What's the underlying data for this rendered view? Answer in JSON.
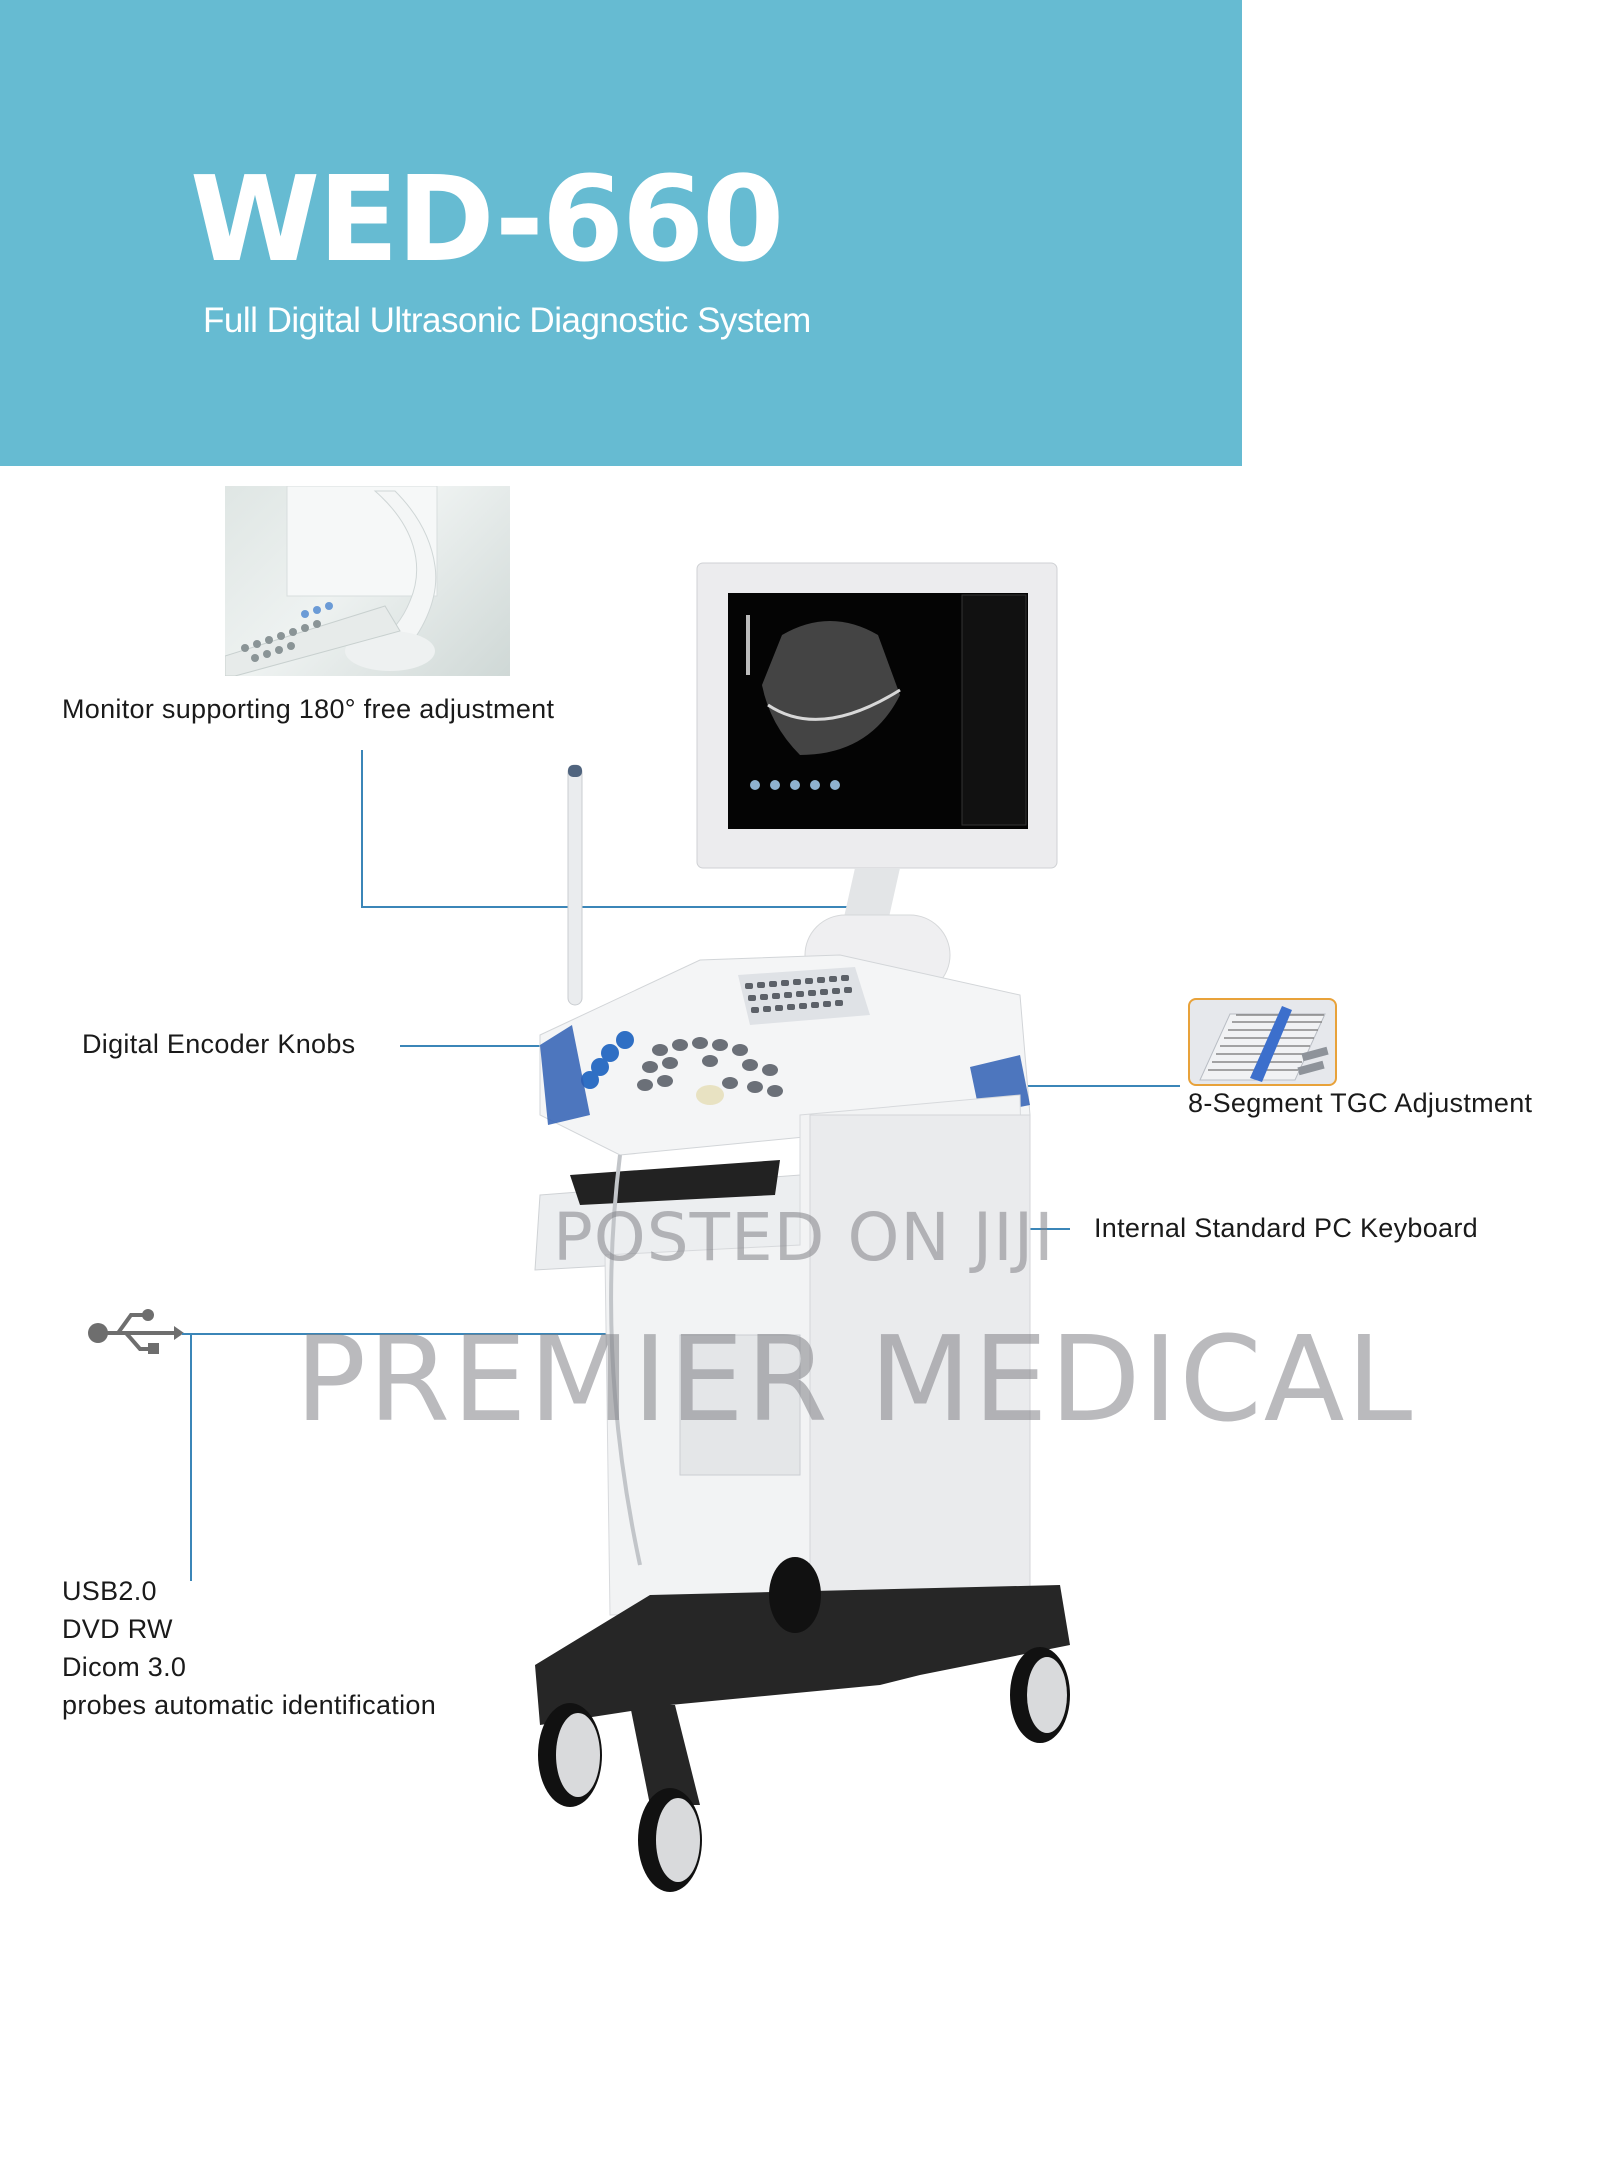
{
  "header": {
    "title": "WED-660",
    "subtitle": "Full Digital Ultrasonic Diagnostic System",
    "background_color": "#66bbd2"
  },
  "features": {
    "monitor": {
      "label": "Monitor supporting 180°  free adjustment",
      "thumbnail": "monitor-arm-photo"
    },
    "knobs": {
      "label": "Digital Encoder Knobs"
    },
    "tgc": {
      "label": "8-Segment TGC Adjustment",
      "thumbnail": "tgc-sliders-photo"
    },
    "keyboard": {
      "label": "Internal Standard PC Keyboard"
    },
    "connectivity": {
      "icon": "usb-icon",
      "items": [
        "USB2.0",
        "DVD RW",
        "Dicom 3.0",
        "probes automatic identification"
      ]
    }
  },
  "product_image": {
    "name": "ultrasound-trolley-unit"
  },
  "watermarks": {
    "line1": "POSTED ON JIJI",
    "line2": "PREMIER MEDICAL"
  },
  "colors": {
    "accent_line": "#3b86b8",
    "tgc_border": "#e8a23a",
    "knob_blue": "#2f6fc4"
  }
}
